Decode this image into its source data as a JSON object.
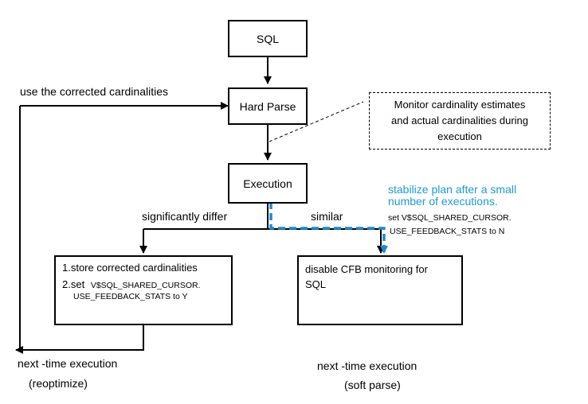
{
  "nodes": {
    "sql": "SQL",
    "hard_parse": "Hard Parse",
    "execution": "Execution",
    "monitor_line1": "Monitor cardinality estimates",
    "monitor_line2": "and actual cardinalities during",
    "monitor_line3": "execution",
    "store_line1": "1.store corrected cardinalities",
    "store_line2_prefix": "2.set",
    "store_line2_code": "V$SQL_SHARED_CURSOR.",
    "store_line3_code": "USE_FEEDBACK_STATS  to Y",
    "disable_line1": "disable CFB monitoring for",
    "disable_line2": "SQL"
  },
  "labels": {
    "use_corrected": "use the corrected cardinalities",
    "significantly_differ": "significantly differ",
    "similar": "similar",
    "stabilize_line1": "stabilize plan after a small",
    "stabilize_line2": "number of executions.",
    "set_line1": "set  V$SQL_SHARED_CURSOR.",
    "set_line2": "USE_FEEDBACK_STATS  to N",
    "next_time_left": "next -time execution",
    "reoptimize": "(reoptimize)",
    "next_time_right": "next -time execution",
    "soft_parse": "(soft parse)"
  },
  "colors": {
    "line": "#000000",
    "highlight": "#1e88d6",
    "note_text": "#1e9ad6"
  }
}
